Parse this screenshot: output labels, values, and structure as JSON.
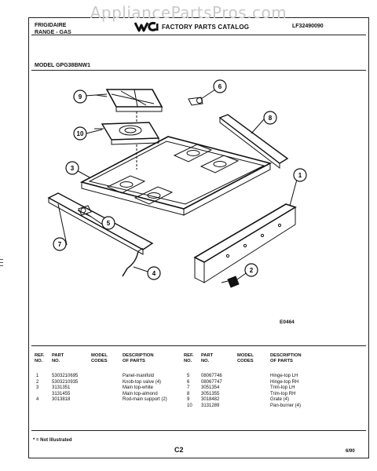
{
  "watermark": "AppliancePartsPros.com",
  "header": {
    "brand_line1": "FRIGIDAIRE",
    "brand_line2": "RANGE - GAS",
    "catalog_title": "FACTORY PARTS CATALOG",
    "catalog_number": "LF32490090"
  },
  "model_label": "MODEL GPG38BNW1",
  "diagram": {
    "code": "E0464",
    "callouts": [
      "1",
      "2",
      "3",
      "4",
      "5",
      "6",
      "7",
      "8",
      "9",
      "10"
    ]
  },
  "table": {
    "headers": {
      "ref_no": [
        "REF.",
        "NO."
      ],
      "part_no": [
        "PART",
        "NO."
      ],
      "model_codes": [
        "MODEL",
        "CODES"
      ],
      "description": [
        "DESCRIPTION",
        "OF PARTS"
      ]
    },
    "left_rows": [
      {
        "ref": "1",
        "part": "5303210695",
        "desc": "Panel-manifold"
      },
      {
        "ref": "2",
        "part": "5303210935",
        "desc": "Knob-top valve (4)"
      },
      {
        "ref": "3",
        "part": "3131351",
        "desc": "Main top-white"
      },
      {
        "ref": "",
        "part": "3131455",
        "desc": "Main top-almond"
      },
      {
        "ref": "4",
        "part": "3013818",
        "desc": "Rod-main support (2)"
      }
    ],
    "right_rows": [
      {
        "ref": "5",
        "part": "08067746",
        "desc": "Hinge-top LH"
      },
      {
        "ref": "6",
        "part": "08067747",
        "desc": "Hinge-top RH"
      },
      {
        "ref": "7",
        "part": "3051354",
        "desc": "Trim-top LH"
      },
      {
        "ref": "8",
        "part": "3051355",
        "desc": "Trim-top RH"
      },
      {
        "ref": "9",
        "part": "3018482",
        "desc": "Grate (4)"
      },
      {
        "ref": "10",
        "part": "3131289",
        "desc": "Pan-burner (4)"
      }
    ]
  },
  "footer": {
    "note": "* = Not Illustrated",
    "page": "C2",
    "date": "6/90"
  }
}
